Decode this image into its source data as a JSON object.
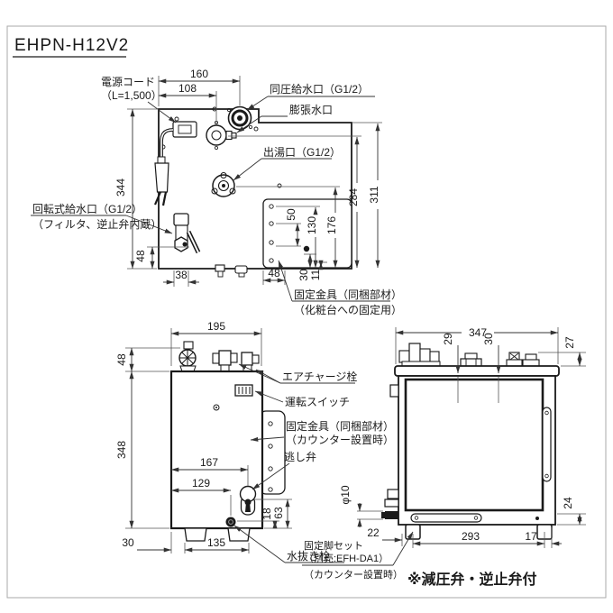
{
  "title": "EHPN-H12V2",
  "footnote": "※減圧弁・逆止弁付",
  "colors": {
    "line": "#1a1a1a",
    "dim_line": "#333333",
    "frame": "#aaaaaa"
  },
  "top_view": {
    "labels": {
      "power_cord_line1": "電源コード",
      "power_cord_line2": "（L=1,500）",
      "equal_pressure_inlet": "同圧給水口（G1/2）",
      "expansion_port": "膨張水口",
      "hot_water_outlet": "出湯口（G1/2）",
      "rotary_inlet_line1": "回転式給水口（G1/2）",
      "rotary_inlet_line2": "（フィルタ、逆止弁内蔵）",
      "bracket_line1": "固定金具（同梱部材）",
      "bracket_line2": "（化粧台への固定用）"
    },
    "dims": {
      "width_160": "160",
      "width_108": "108",
      "height_344": "344",
      "height_311": "311",
      "height_284": "284",
      "height_176": "176",
      "height_130": "130",
      "height_50": "50",
      "offset_48_left": "48",
      "width_38": "38",
      "offset_48_right": "48",
      "offset_30": "30",
      "offset_11": "11"
    }
  },
  "front_view": {
    "labels": {
      "air_charge_plug": "エアチャージ栓",
      "operation_switch": "運転スイッチ",
      "bracket_line1": "固定金具（同梱部材）",
      "bracket_line2": "（カウンター設置時）",
      "relief_valve": "逃し弁",
      "drain_plug": "水抜き栓"
    },
    "dims": {
      "width_195": "195",
      "height_48": "48",
      "height_348": "348",
      "width_167": "167",
      "width_129": "129",
      "height_18": "18",
      "height_63": "63",
      "offset_30": "30",
      "width_135": "135"
    }
  },
  "side_view": {
    "labels": {
      "fixing_leg_line1": "固定脚セット",
      "fixing_leg_line2": "（別売:EFH-DA1）",
      "fixing_leg_line3": "（カウンター設置時）"
    },
    "dims": {
      "width_347": "347",
      "height_29": "29",
      "height_30": "30",
      "height_27": "27",
      "dia_10": "φ10",
      "offset_22": "22",
      "width_293": "293",
      "offset_17": "17",
      "height_24": "24"
    }
  }
}
